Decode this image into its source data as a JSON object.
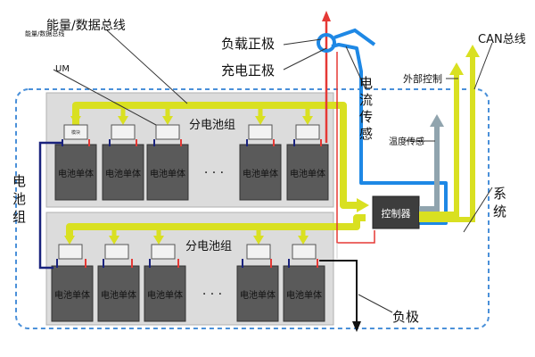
{
  "labels": {
    "energy_bus": "能量/数据总线",
    "bus_tag": "能量/数据总线",
    "um": "UM",
    "load_positive": "负载正极",
    "charge_positive": "充电正极",
    "current_sensing": "电流传感",
    "external_control": "外部控制",
    "can_bus": "CAN总线",
    "temperature_sensing": "温度传感",
    "sub_pack_top": "分电池组",
    "sub_pack_bottom": "分电池组",
    "battery_pack": "电池组",
    "system": "系统",
    "controller": "控制器",
    "negative": "负极",
    "ellipsis_top": "· · ·",
    "ellipsis_bottom": "· · ·"
  },
  "cells": {
    "top": [
      "电池单体",
      "电池单体",
      "电池单体",
      "电池单体",
      "电池单体"
    ],
    "bottom": [
      "电池单体",
      "电池单体",
      "电池单体",
      "电池单体",
      "电池单体"
    ]
  },
  "bms_module_label": "模块",
  "colors": {
    "bus_yellow": "#d9e021",
    "blue_line": "#1e88e5",
    "red_line": "#e53935",
    "grey_arrow": "#90a4ae",
    "dark_navy": "#1a237e",
    "dashed_border": "#4a90d9",
    "controller_fill": "#3d3d3d",
    "panel_fill": "#dcdcdc"
  }
}
